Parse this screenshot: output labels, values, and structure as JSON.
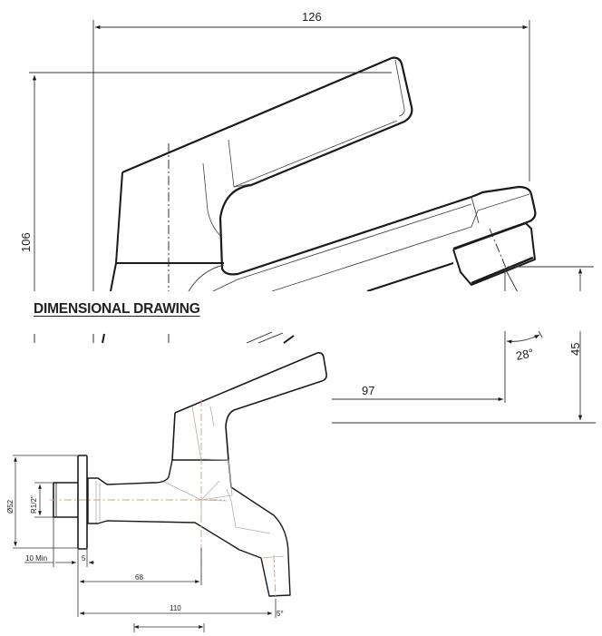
{
  "title": "DIMENSIONAL DRAWING",
  "top_view": {
    "subject": "basin faucet side elevation",
    "dimensions": {
      "overall_width": "126",
      "overall_height": "106",
      "spout_height": "45",
      "spout_reach": "97",
      "aerator_angle": "28°"
    }
  },
  "bottom_view": {
    "subject": "wall-mounted bib tap side elevation",
    "dimensions": {
      "flange_diameter": "Ø52",
      "thread": "R1/2\"",
      "min_thread_length": "10 Min",
      "flange_thickness": "5",
      "handle_axis_offset": "68",
      "overall_reach": "110",
      "outlet_angle": "5°"
    }
  },
  "colors": {
    "line": "#1a1a1a",
    "thin_line": "#444444",
    "hidden_line": "#b0b0b0",
    "center_line": "#c9a08a",
    "background": "#ffffff"
  }
}
